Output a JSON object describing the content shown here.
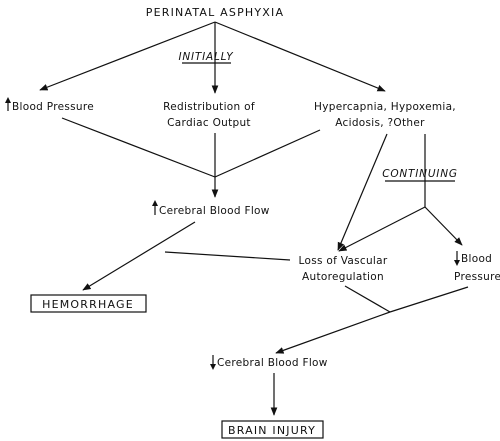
{
  "nodes": {
    "perinatal": "PERINATAL ASPHYXIA",
    "initially": "INITIALLY",
    "bp_up": "Blood Pressure",
    "redistribution_1": "Redistribution of",
    "redistribution_2": "Cardiac Output",
    "hypercapnia_1": "Hypercapnia, Hypoxemia,",
    "hypercapnia_2": "Acidosis, ?Other",
    "continuing": "CONTINUING",
    "cbf_up": "Cerebral Blood Flow",
    "loss_1": "Loss of Vascular",
    "loss_2": "Autoregulation",
    "bp_down_1": "Blood",
    "bp_down_2": "Pressure",
    "hemorrhage": "HEMORRHAGE",
    "cbf_down": "Cerebral Blood Flow",
    "brain_injury": "BRAIN INJURY"
  }
}
